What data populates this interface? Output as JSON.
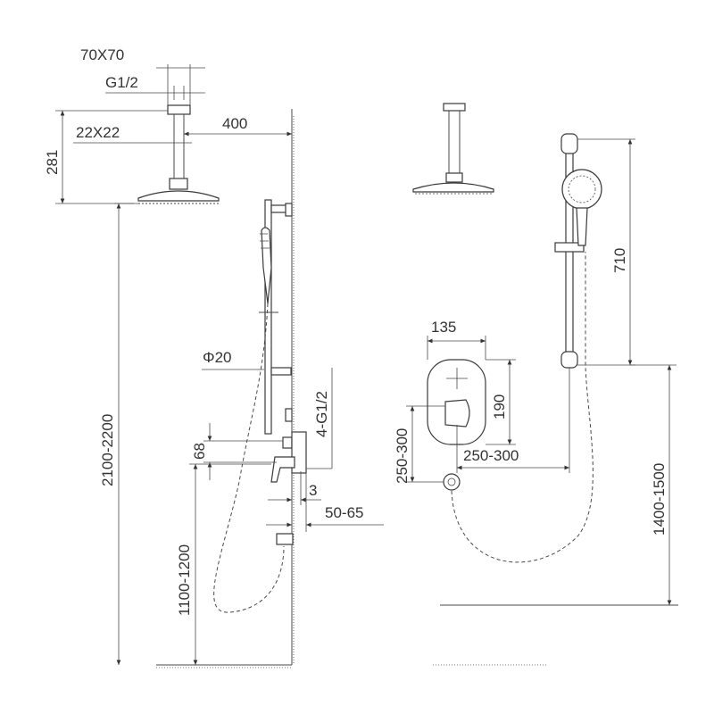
{
  "dimensions": {
    "arm_flange": "70X70",
    "arm_thread": "G1/2",
    "arm_tube": "22X22",
    "arm_length": "400",
    "arm_drop": "281",
    "overhead_height": "2100-2200",
    "hose_diameter": "Φ20",
    "inlet_thread": "4-G1/2",
    "inlet_spacing": "68",
    "valve_height": "1100-1200",
    "wall_gap": "3",
    "wall_depth": "50-65",
    "plate_width": "135",
    "plate_height": "190",
    "outlet_drop": "250-300",
    "rail_offset": "250-300",
    "rail_length": "710",
    "rail_height": "1400-1500"
  }
}
